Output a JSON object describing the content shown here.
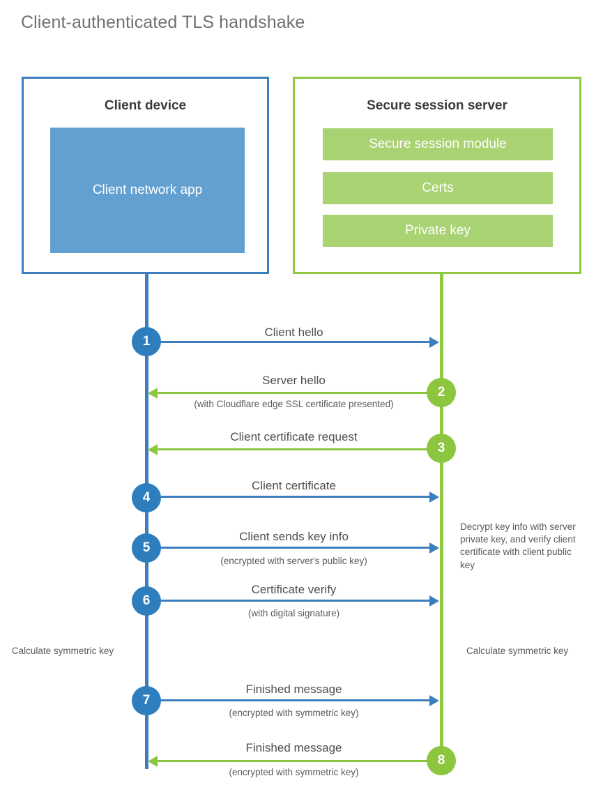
{
  "title": "Client-authenticated TLS handshake",
  "colors": {
    "blue_border": "#3c7ebd",
    "blue_fill": "#63a0d2",
    "blue_circle": "#2e7ebe",
    "green_border": "#90c83f",
    "green_fill": "#a9d273",
    "green_circle": "#8cc63f",
    "title_text": "#6f7072",
    "body_text": "#4d4e50"
  },
  "client": {
    "title": "Client device",
    "app_label": "Client network app"
  },
  "server": {
    "title": "Secure session server",
    "items": [
      {
        "label": "Secure session module"
      },
      {
        "label": "Certs"
      },
      {
        "label": "Private key"
      }
    ]
  },
  "notes": {
    "decrypt_note": "Decrypt key info with server private key, and verify client certificate with client public key",
    "client_calculate": "Calculate symmetric key",
    "server_calculate": "Calculate symmetric key"
  },
  "steps": [
    {
      "number": "1",
      "label": "Client hello",
      "sublabel": "",
      "direction": "client-to-server",
      "origin": "client"
    },
    {
      "number": "2",
      "label": "Server hello",
      "sublabel": "(with Cloudflare edge SSL certificate presented)",
      "direction": "server-to-client",
      "origin": "server"
    },
    {
      "number": "3",
      "label": "Client certificate request",
      "sublabel": "",
      "direction": "server-to-client",
      "origin": "server"
    },
    {
      "number": "4",
      "label": "Client certificate",
      "sublabel": "",
      "direction": "client-to-server",
      "origin": "client"
    },
    {
      "number": "5",
      "label": "Client sends key info",
      "sublabel": "(encrypted with server's public key)",
      "direction": "client-to-server",
      "origin": "client"
    },
    {
      "number": "6",
      "label": "Certificate verify",
      "sublabel": "(with digital signature)",
      "direction": "client-to-server",
      "origin": "client"
    },
    {
      "number": "7",
      "label": "Finished message",
      "sublabel": "(encrypted with symmetric key)",
      "direction": "client-to-server",
      "origin": "client"
    },
    {
      "number": "8",
      "label": "Finished message",
      "sublabel": "(encrypted with symmetric key)",
      "direction": "server-to-client",
      "origin": "server"
    }
  ]
}
